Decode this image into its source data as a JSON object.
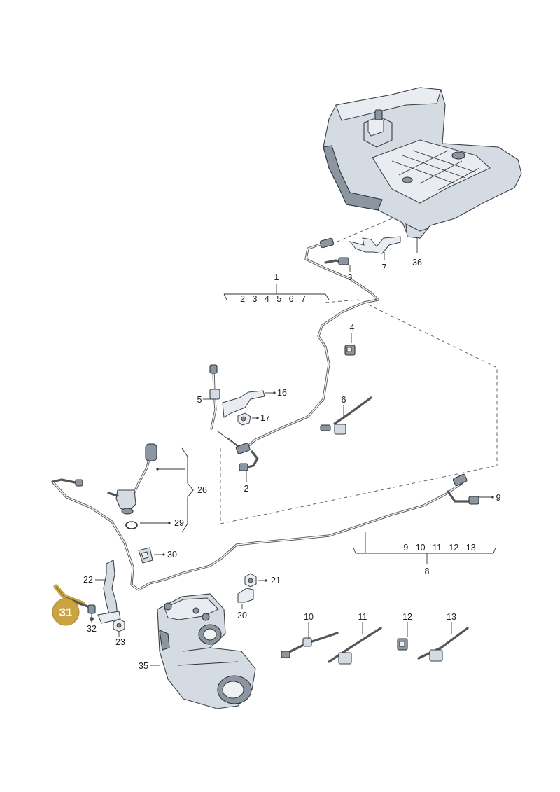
{
  "diagram": {
    "highlight_color": "#c9a441",
    "highlight_label_color": "#ffffff",
    "highlighted_part": {
      "number": "31"
    },
    "callouts": [
      {
        "id": "1",
        "text": "1"
      },
      {
        "id": "1-sub",
        "text": "2   3   4   5   6   7"
      },
      {
        "id": "2",
        "text": "2"
      },
      {
        "id": "3",
        "text": "3"
      },
      {
        "id": "4",
        "text": "4"
      },
      {
        "id": "5",
        "text": "5"
      },
      {
        "id": "6",
        "text": "6"
      },
      {
        "id": "7",
        "text": "7"
      },
      {
        "id": "8",
        "text": "8"
      },
      {
        "id": "8-sub",
        "text": "9   10   11   12   13"
      },
      {
        "id": "9",
        "text": "9"
      },
      {
        "id": "10",
        "text": "10"
      },
      {
        "id": "11",
        "text": "11"
      },
      {
        "id": "12",
        "text": "12"
      },
      {
        "id": "13",
        "text": "13"
      },
      {
        "id": "16",
        "text": "16"
      },
      {
        "id": "17",
        "text": "17"
      },
      {
        "id": "20",
        "text": "20"
      },
      {
        "id": "21",
        "text": "21"
      },
      {
        "id": "22",
        "text": "22"
      },
      {
        "id": "23",
        "text": "23"
      },
      {
        "id": "26",
        "text": "26"
      },
      {
        "id": "29",
        "text": "29"
      },
      {
        "id": "30",
        "text": "30"
      },
      {
        "id": "32",
        "text": "32"
      },
      {
        "id": "35",
        "text": "35"
      },
      {
        "id": "36",
        "text": "36"
      }
    ]
  }
}
